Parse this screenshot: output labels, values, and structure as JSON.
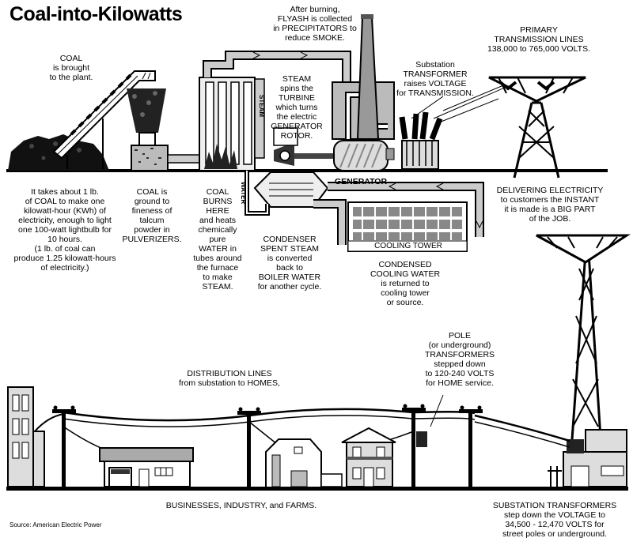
{
  "title": "Coal-into-Kilowatts",
  "source": "Source:  American Electric Power",
  "labels": {
    "coal": "COAL\nis brought\nto the plant.",
    "flyash": "After burning,\nFLYASH is collected\nin PRECIPITATORS to\nreduce SMOKE.",
    "primary": "PRIMARY\nTRANSMISSION LINES\n138,000 to 765,000 VOLTS.",
    "substation": "Substation\nTRANSFORMER\nraises VOLTAGE\nfor TRANSMISSION.",
    "steam": "STEAM\nspins the\nTURBINE\nwhich turns\nthe electric\nGENERATOR\nROTOR.",
    "generator": "GENERATOR",
    "delivering": "DELIVERING ELECTRICITY\nto customers the INSTANT\nit is made is a BIG PART\nof the JOB.",
    "takes": "It takes about 1 lb.\nof COAL to make one\nkilowatt-hour (KWh) of\nelectricity, enough to light\none 100-watt lightbulb for\n10 hours.\n(1 lb. of coal can\nproduce 1.25 kilowatt-hours\nof electricity.)",
    "pulverizers": "COAL is\nground to\nfineness of\ntalcum\npowder in\nPULVERIZERS.",
    "burns": "COAL\nBURNS\nHERE\nand heats\nchemically\npure\nWATER in\ntubes around\nthe furnace\nto make\nSTEAM.",
    "condenser": "CONDENSER\nSPENT STEAM\nis converted\nback to\nBOILER WATER\nfor another cycle.",
    "cooling_tower": "COOLING TOWER",
    "condensed": "CONDENSED\nCOOLING WATER\nis returned to\ncooling tower\nor source.",
    "water": "WATER",
    "steam_pipe": "STEAM",
    "pole": "POLE\n(or underground)\nTRANSFORMERS\nstepped down\nto 120-240 VOLTS\nfor HOME service.",
    "distribution": "DISTRIBUTION LINES\nfrom substation to HOMES,",
    "businesses": "BUSINESSES, INDUSTRY, and FARMS.",
    "substation_transformers": "SUBSTATION TRANSFORMERS\nstep down the VOLTAGE to\n34,500 - 12,470 VOLTS for\nstreet poles or underground."
  }
}
